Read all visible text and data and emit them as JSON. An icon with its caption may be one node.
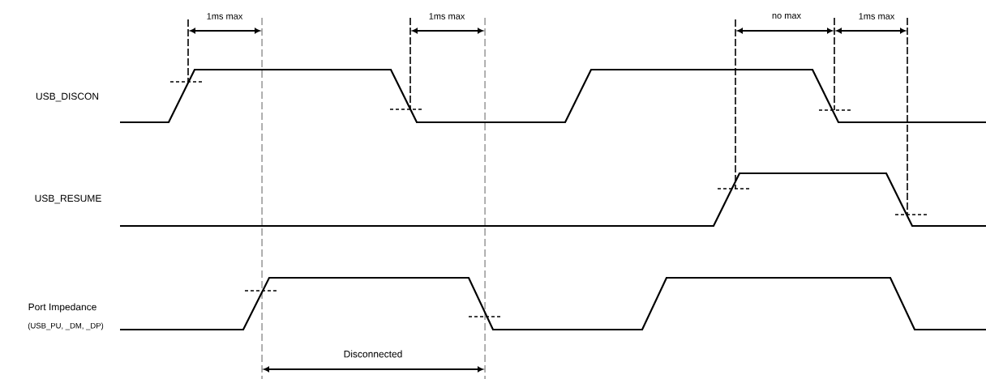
{
  "diagram": {
    "labels": [
      "1ms max",
      "1ms max",
      "no max",
      "1ms max",
      "USB_DISCON",
      "USB_RESUME",
      "Port Impedance",
      "(USB_PU, _DM, _DP)",
      "Disconnected"
    ]
  }
}
